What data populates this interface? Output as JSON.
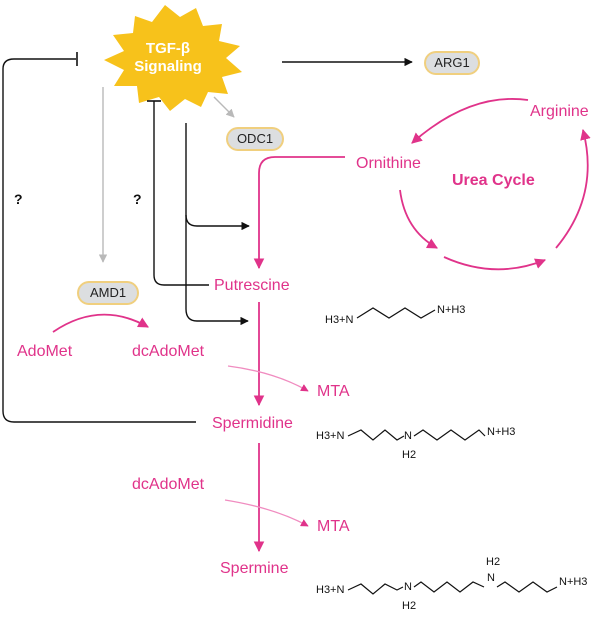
{
  "signal": {
    "line1": "TGF-β",
    "line2": "Signaling"
  },
  "enzymes": {
    "arg1": "ARG1",
    "odc1": "ODC1",
    "amd1": "AMD1"
  },
  "metabolites": {
    "arginine": "Arginine",
    "ornithine": "Ornithine",
    "putrescine": "Putrescine",
    "spermidine": "Spermidine",
    "spermine": "Spermine",
    "adomet": "AdoMet",
    "dcadomet1": "dcAdoMet",
    "dcadomet2": "dcAdoMet",
    "mta1": "MTA",
    "mta2": "MTA"
  },
  "cycle": {
    "label": "Urea Cycle"
  },
  "unknown": {
    "q1": "?",
    "q2": "?"
  },
  "structures": {
    "putrescine": {
      "left": "H3+N",
      "right": "N+H3"
    },
    "spermidine": {
      "left": "H3+N",
      "mid_n": "N",
      "mid_h": "H2",
      "right": "N+H3"
    },
    "spermine": {
      "left": "H3+N",
      "n1": "N",
      "h1": "H2",
      "n2": "N",
      "h2": "H2",
      "right": "N+H3"
    }
  },
  "colors": {
    "pink": "#e0338a",
    "gray": "#b9b9b9",
    "black": "#111111",
    "burst": "#f7c21b",
    "enzyme_bg": "#dcdee0",
    "enzyme_ring": "#f0cf7e"
  }
}
